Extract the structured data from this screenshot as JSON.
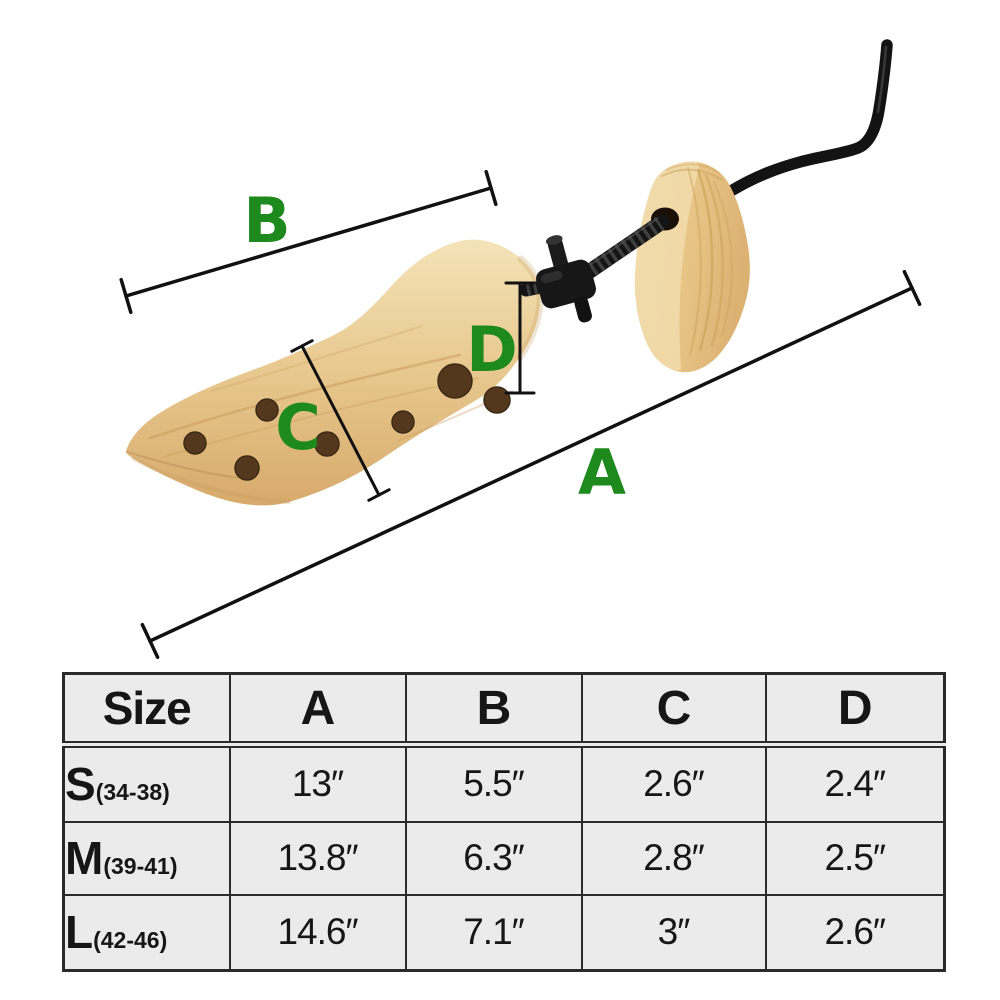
{
  "page": {
    "background": "#ffffff"
  },
  "diagram": {
    "description": "wooden two-way shoe stretcher with crank handle and dimension callouts",
    "accent_green": "#1e8a1e",
    "line_color": "#111111",
    "labels": {
      "a": "A",
      "b": "B",
      "c": "C",
      "d": "D"
    }
  },
  "table": {
    "headers": [
      "Size",
      "A",
      "B",
      "C",
      "D"
    ],
    "rows": [
      {
        "size": "S",
        "range": "(34-38)",
        "values": [
          "13″",
          "5.5″",
          "2.6″",
          "2.4″"
        ]
      },
      {
        "size": "M",
        "range": "(39-41)",
        "values": [
          "13.8″",
          "6.3″",
          "2.8″",
          "2.5″"
        ]
      },
      {
        "size": "L",
        "range": "(42-46)",
        "values": [
          "14.6″",
          "7.1″",
          "3″",
          "2.6″"
        ]
      }
    ]
  }
}
